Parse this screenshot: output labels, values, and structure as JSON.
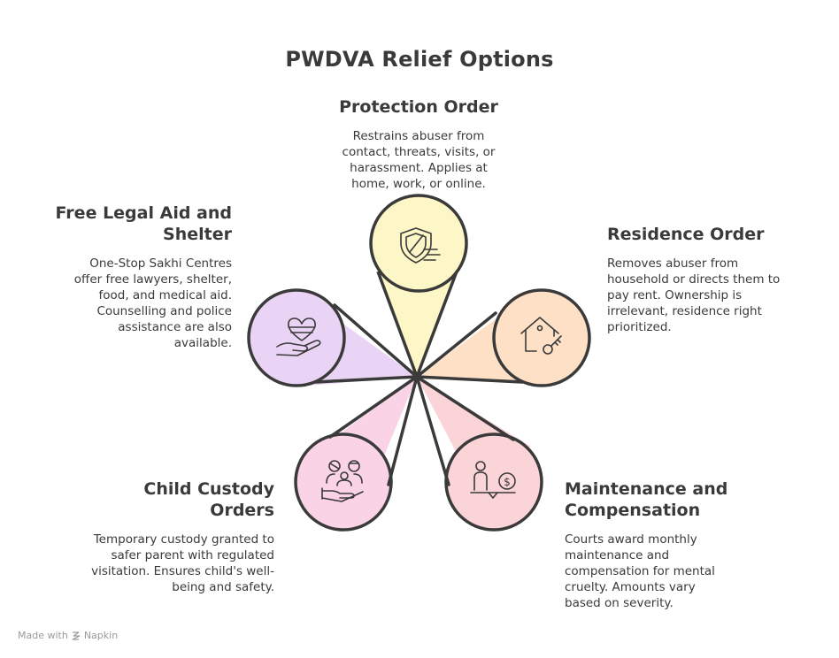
{
  "title": "PWDVA Relief Options",
  "footer": {
    "made_with": "Made with",
    "brand": "Napkin"
  },
  "colors": {
    "outline": "#3a3a3a",
    "protection": "#fdf6c6",
    "residence": "#fde0c6",
    "maintenance": "#fbd4d8",
    "custody": "#fbd3e6",
    "legal_aid": "#ead4f5"
  },
  "options": [
    {
      "id": "protection",
      "title": "Protection Order",
      "description": "Restrains abuser from contact, threats, visits, or harassment. Applies at home, work, or online.",
      "icon": "shield-icon"
    },
    {
      "id": "residence",
      "title": "Residence Order",
      "description": "Removes abuser from household or directs them to pay rent. Ownership is irrelevant, residence right prioritized.",
      "icon": "house-key-icon"
    },
    {
      "id": "maintenance",
      "title": "Maintenance and Compensation",
      "description": "Courts award monthly maintenance and compensation for mental cruelty. Amounts vary based on severity.",
      "icon": "person-money-scale-icon"
    },
    {
      "id": "custody",
      "title": "Child Custody Orders",
      "description": "Temporary custody granted to safer parent with regulated visitation. Ensures child's well-being and safety.",
      "icon": "family-hand-icon"
    },
    {
      "id": "legal_aid",
      "title": "Free Legal Aid and Shelter",
      "description": "One-Stop Sakhi Centres offer free lawyers, shelter, food, and medical aid. Counselling and police assistance are also available.",
      "icon": "heart-hand-icon"
    }
  ]
}
